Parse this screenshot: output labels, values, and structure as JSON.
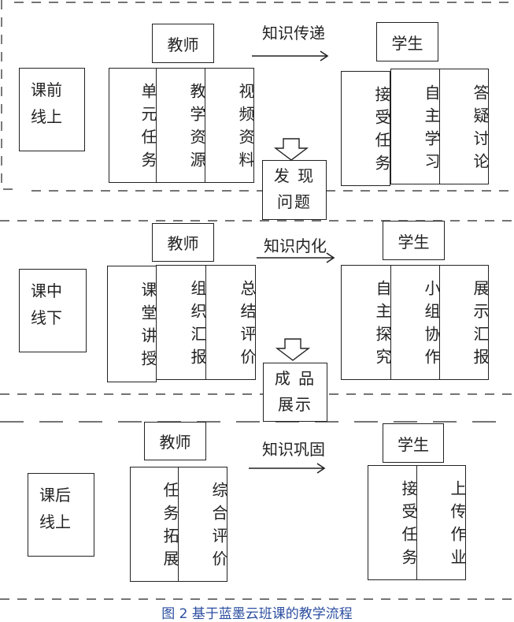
{
  "caption": "图 2 基于蓝墨云班课的教学流程",
  "row1": {
    "stage": "课前\n线上",
    "teacher": "教师",
    "student": "学生",
    "arrow_label": "知识传递",
    "teacher_items": [
      "单元任务",
      "教学资源",
      "视频资料"
    ],
    "student_items": [
      "接受任务",
      "自主学习",
      "答疑讨论"
    ],
    "transition": "发 现\n问题"
  },
  "row2": {
    "stage": "课中\n线下",
    "teacher": "教师",
    "student": "学生",
    "arrow_label": "知识内化",
    "teacher_items": [
      "课堂讲授",
      "组织汇报",
      "总结评价"
    ],
    "student_items": [
      "自主探究",
      "小组协作",
      "展示汇报"
    ],
    "transition": "成 品\n展示"
  },
  "row3": {
    "stage": "课后\n线上",
    "teacher": "教师",
    "student": "学生",
    "arrow_label": "知识巩固",
    "teacher_items": [
      "任务拓展",
      "综合评价"
    ],
    "student_items": [
      "接受任务",
      "上传作业"
    ]
  }
}
